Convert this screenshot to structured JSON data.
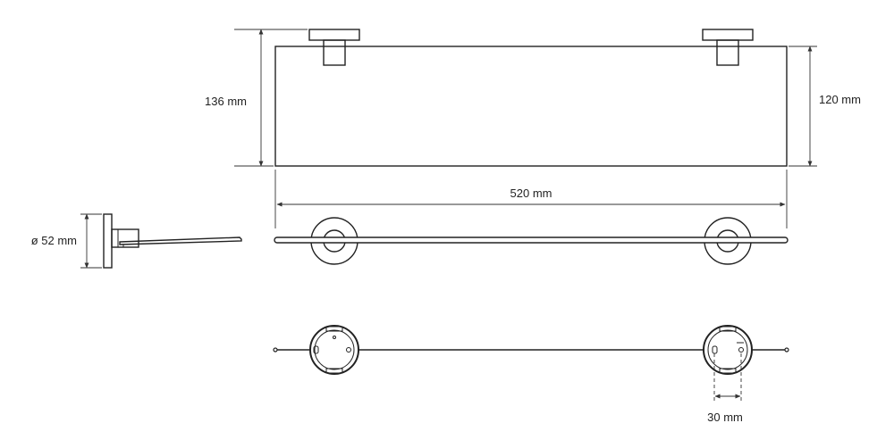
{
  "dimensions": {
    "height_total": "136 mm",
    "height_glass": "120 mm",
    "width": "520 mm",
    "diameter": "ø 52 mm",
    "hole_spacing": "30 mm"
  }
}
